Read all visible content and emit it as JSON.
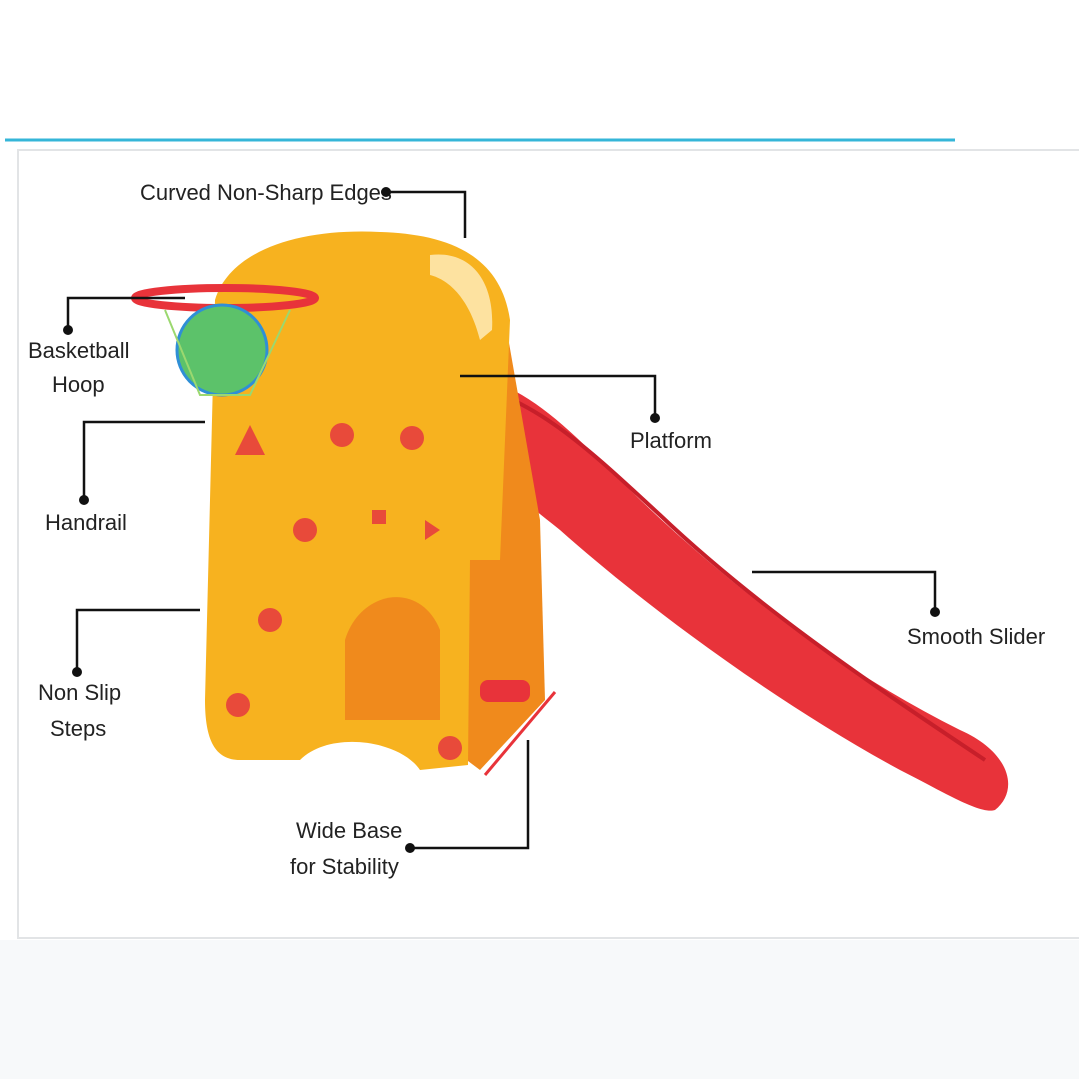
{
  "labels": {
    "edges": "Curved Non-Sharp Edges",
    "hoop_1": "Basketball",
    "hoop_2": "Hoop",
    "handrail": "Handrail",
    "steps_1": "Non Slip",
    "steps_2": "Steps",
    "base_1": "Wide Base",
    "base_2": "for Stability",
    "platform": "Platform",
    "slider": "Smooth Slider"
  },
  "colors": {
    "accent_line": "#35b6d8",
    "frame_yellow": "#f7b21f",
    "slide_red": "#e8333a",
    "inner_orange": "#f08a1c"
  }
}
